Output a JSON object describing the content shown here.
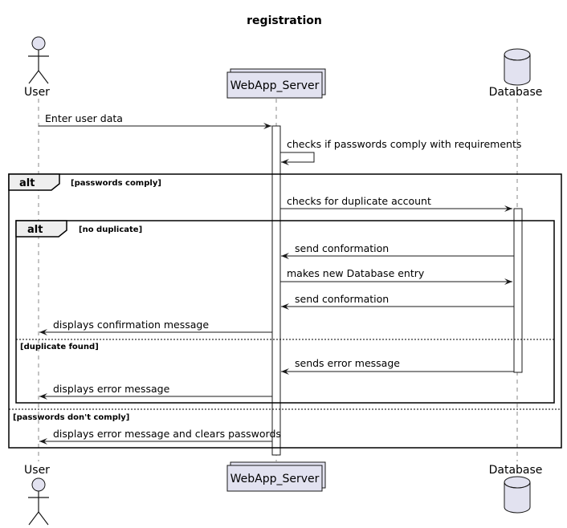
{
  "title": "registration",
  "participants": {
    "user": "User",
    "server": "WebApp_Server",
    "database": "Database"
  },
  "messages": [
    "Enter user data",
    "checks if passwords comply with requirements",
    "checks for duplicate account",
    "send conformation",
    "makes new Database entry",
    "send conformation",
    "displays confirmation message",
    "sends error message",
    "displays error message",
    "displays error message and clears passwords"
  ],
  "frames": {
    "outer": {
      "label": "alt",
      "guard": "[passwords comply]",
      "else_guard": "[passwords don't comply]"
    },
    "inner": {
      "label": "alt",
      "guard": "[no duplicate]",
      "else_guard": "[duplicate found]"
    }
  }
}
